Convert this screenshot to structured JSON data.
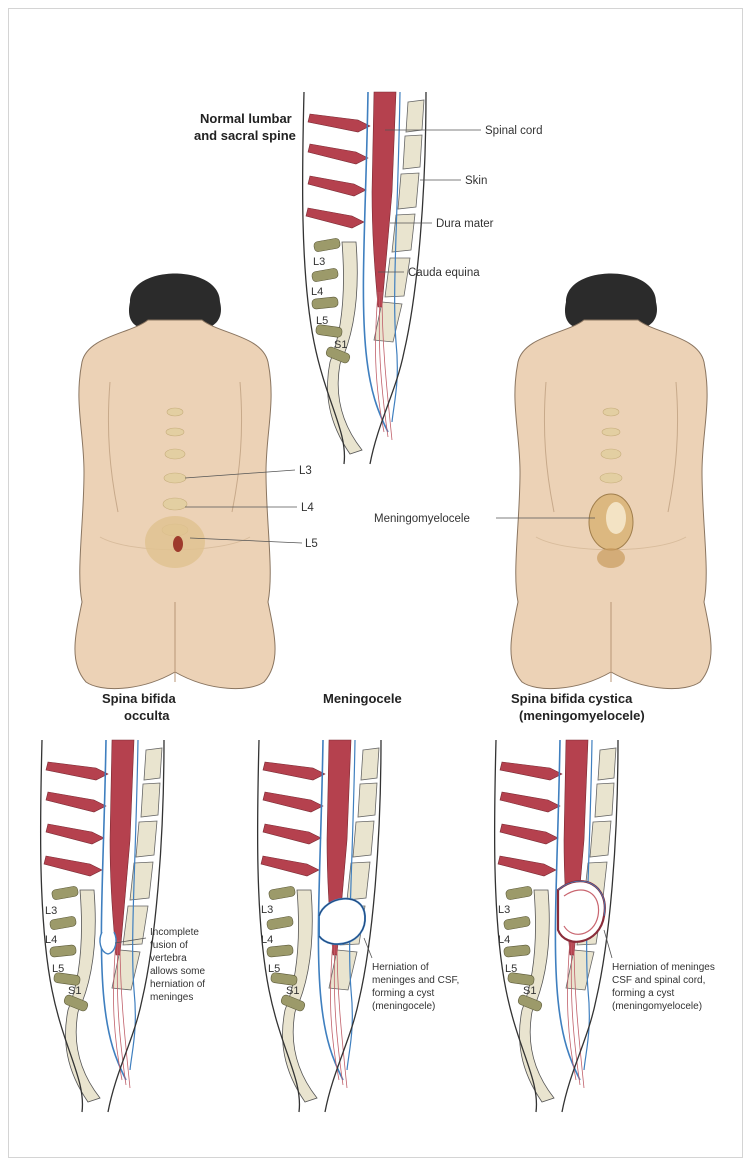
{
  "colors": {
    "skin": "#ecd2b6",
    "skin_shadow": "#d9b894",
    "hair": "#2b2b2b",
    "bone": "#e9e4cf",
    "vertebra_body": "#9c9a6a",
    "spinal_cord": "#b5414e",
    "meninges": "#3f7fbf",
    "nerve": "#c0606a",
    "line": "#333333"
  },
  "normal": {
    "title": [
      "Normal lumbar",
      "and sacral spine"
    ],
    "labels": {
      "spinal_cord": "Spinal cord",
      "skin": "Skin",
      "dura": "Dura mater",
      "cauda": "Cauda equina"
    },
    "vertebrae": [
      "L3",
      "L4",
      "L5",
      "S1"
    ]
  },
  "back_left": {
    "labels": [
      "L3",
      "L4",
      "L5"
    ]
  },
  "back_right": {
    "label": "Meningomyelocele"
  },
  "occulta": {
    "title": [
      "Spina bifida",
      "occulta"
    ],
    "vertebrae": [
      "L3",
      "L4",
      "L5",
      "S1"
    ],
    "caption": [
      "Incomplete",
      "fusion of",
      "vertebra",
      "allows some",
      "herniation of",
      "meninges"
    ]
  },
  "meningocele": {
    "title": [
      "Meningocele"
    ],
    "vertebrae": [
      "L3",
      "L4",
      "L5",
      "S1"
    ],
    "caption": [
      "Herniation of",
      "meninges and CSF,",
      "forming a cyst",
      "(meningocele)"
    ]
  },
  "cystica": {
    "title": [
      "Spina bifida cystica",
      "(meningomyelocele)"
    ],
    "vertebrae": [
      "L3",
      "L4",
      "L5",
      "S1"
    ],
    "caption": [
      "Herniation of meninges",
      "CSF and spinal cord,",
      "forming a cyst",
      "(meningomyelocele)"
    ]
  }
}
